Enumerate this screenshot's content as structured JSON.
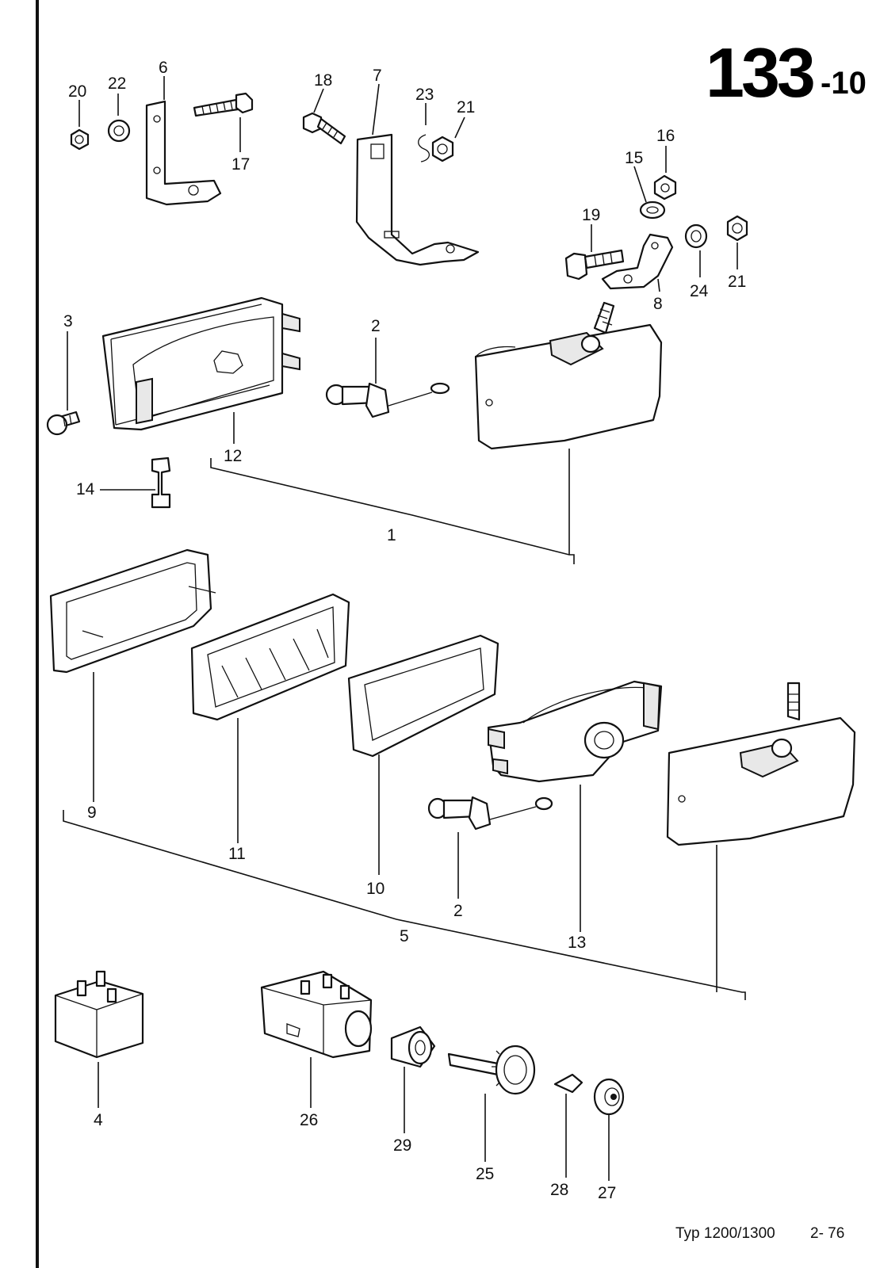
{
  "header": {
    "page_number": "133",
    "suffix": "-10"
  },
  "footer": {
    "type_label": "Typ 1200/1300",
    "date_code": "2- 76"
  },
  "callouts": {
    "c1": "1",
    "c2a": "2",
    "c2b": "2",
    "c3": "3",
    "c4": "4",
    "c5": "5",
    "c6": "6",
    "c7": "7",
    "c8": "8",
    "c9": "9",
    "c10": "10",
    "c11": "11",
    "c12": "12",
    "c13": "13",
    "c14": "14",
    "c15": "15",
    "c16": "16",
    "c17": "17",
    "c18": "18",
    "c19": "19",
    "c20": "20",
    "c21a": "21",
    "c21b": "21",
    "c22": "22",
    "c23": "23",
    "c24": "24",
    "c25": "25",
    "c26": "26",
    "c27": "27",
    "c28": "28",
    "c29": "29"
  }
}
